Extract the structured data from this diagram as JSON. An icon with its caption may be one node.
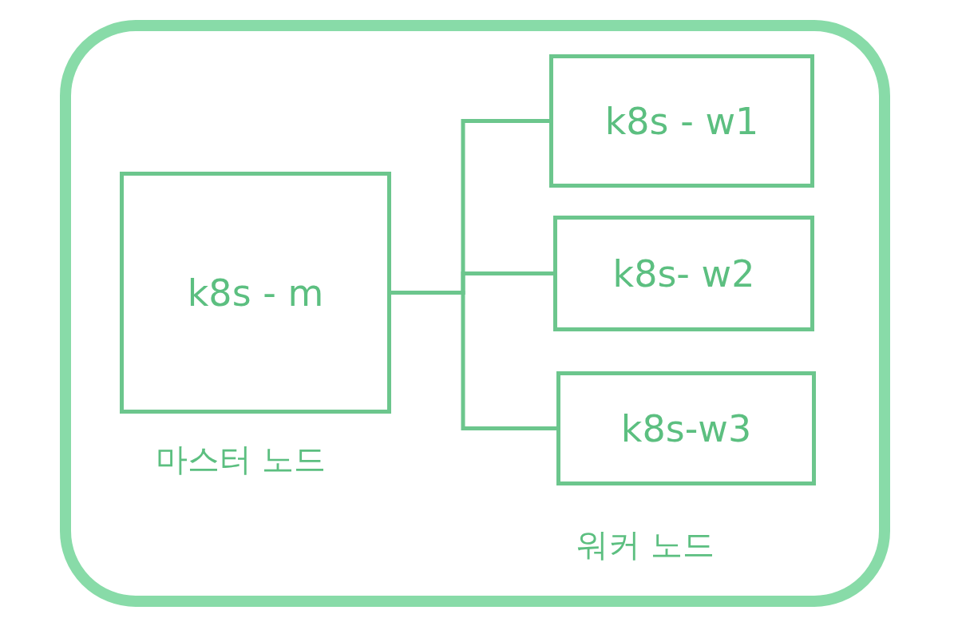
{
  "diagram": {
    "nodes": [
      {
        "text": [],
        "shape": "box"
      },
      {
        "text": [
          "k8s - m"
        ],
        "in": 0,
        "beside": [
          "마스터 노드"
        ]
      },
      {
        "text": [
          "k8s - w1"
        ],
        "in": 0
      },
      {
        "text": [
          "k8s- w2"
        ],
        "in": 0
      },
      {
        "text": [
          "k8s-w3"
        ],
        "in": 0
      }
    ],
    "edges": [
      {
        "from": 1,
        "to": 2,
        "arrow": "none"
      },
      {
        "from": 1,
        "to": 3,
        "arrow": "none"
      },
      {
        "from": 1,
        "to": 4,
        "arrow": "none"
      }
    ],
    "labels": [
      "워커 노드"
    ]
  }
}
